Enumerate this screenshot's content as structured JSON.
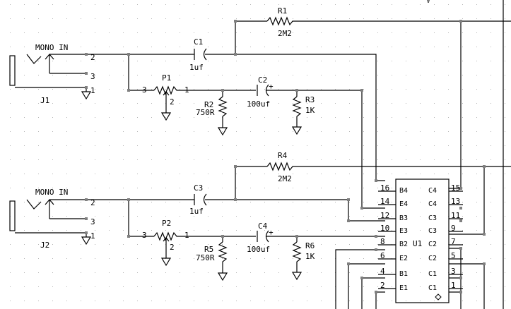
{
  "colors": {
    "wire": "#000000",
    "node": "#808080",
    "grid": "#b4b4b4",
    "background": "#ffffff"
  },
  "j1": {
    "ref": "J1",
    "name": "MONO IN",
    "pin2": "2",
    "pin3": "3",
    "pin1": "1"
  },
  "j2": {
    "ref": "J2",
    "name": "MONO IN",
    "pin2": "2",
    "pin3": "3",
    "pin1": "1"
  },
  "c1": {
    "ref": "C1",
    "value": "1uf"
  },
  "c2": {
    "ref": "C2",
    "value": "100uf",
    "polarity": "+"
  },
  "c3": {
    "ref": "C3",
    "value": "1uf"
  },
  "c4": {
    "ref": "C4",
    "value": "100uf",
    "polarity": "+"
  },
  "r1": {
    "ref": "R1",
    "value": "2M2"
  },
  "r2": {
    "ref": "R2",
    "value": "750R"
  },
  "r3": {
    "ref": "R3",
    "value": "1K"
  },
  "r4": {
    "ref": "R4",
    "value": "2M2"
  },
  "r5": {
    "ref": "R5",
    "value": "750R"
  },
  "r6": {
    "ref": "R6",
    "value": "1K"
  },
  "p1": {
    "ref": "P1",
    "pin3": "3",
    "pin1": "1",
    "pin2": "2"
  },
  "p2": {
    "ref": "P2",
    "pin3": "3",
    "pin1": "1",
    "pin2": "2"
  },
  "u1": {
    "ref": "U1",
    "left_pins": [
      {
        "num": "16",
        "name": "B4"
      },
      {
        "num": "14",
        "name": "E4"
      },
      {
        "num": "12",
        "name": "B3"
      },
      {
        "num": "10",
        "name": "E3"
      },
      {
        "num": "8",
        "name": "B2"
      },
      {
        "num": "6",
        "name": "E2"
      },
      {
        "num": "4",
        "name": "B1"
      },
      {
        "num": "2",
        "name": "E1"
      }
    ],
    "right_pins": [
      {
        "num": "15",
        "name": "C4"
      },
      {
        "num": "13",
        "name": "C4"
      },
      {
        "num": "11",
        "name": "C3"
      },
      {
        "num": "9",
        "name": "C3"
      },
      {
        "num": "7",
        "name": "C2"
      },
      {
        "num": "5",
        "name": "C2"
      },
      {
        "num": "3",
        "name": "C1"
      },
      {
        "num": "1",
        "name": "C1"
      }
    ]
  }
}
